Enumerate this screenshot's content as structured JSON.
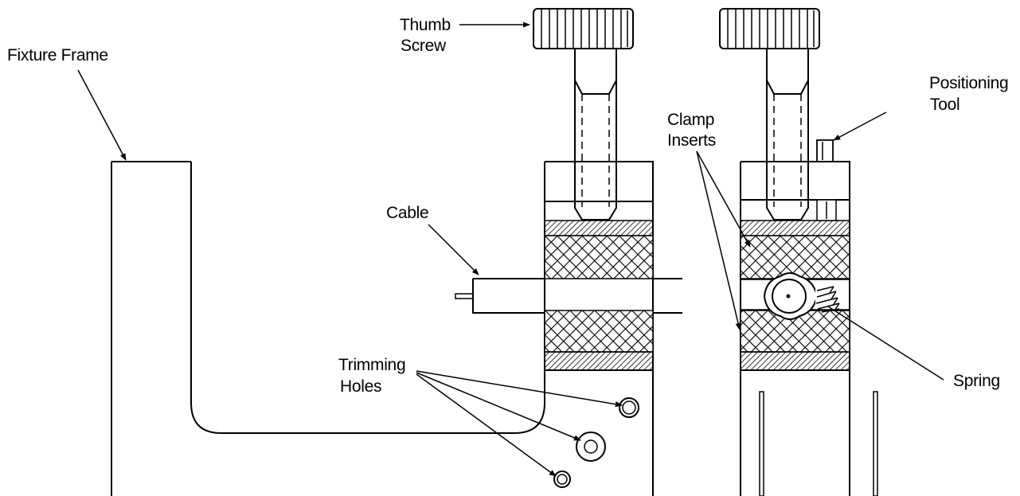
{
  "labels": {
    "fixture_frame": "Fixture Frame",
    "thumb_screw_1": "Thumb",
    "thumb_screw_2": "Screw",
    "cable": "Cable",
    "trimming_holes_1": "Trimming",
    "trimming_holes_2": "Holes",
    "clamp_inserts_1": "Clamp",
    "clamp_inserts_2": "Inserts",
    "positioning_tool_1": "Positioning",
    "positioning_tool_2": "Tool",
    "spring": "Spring"
  },
  "colors": {
    "line": "#000000",
    "background": "#ffffff"
  }
}
